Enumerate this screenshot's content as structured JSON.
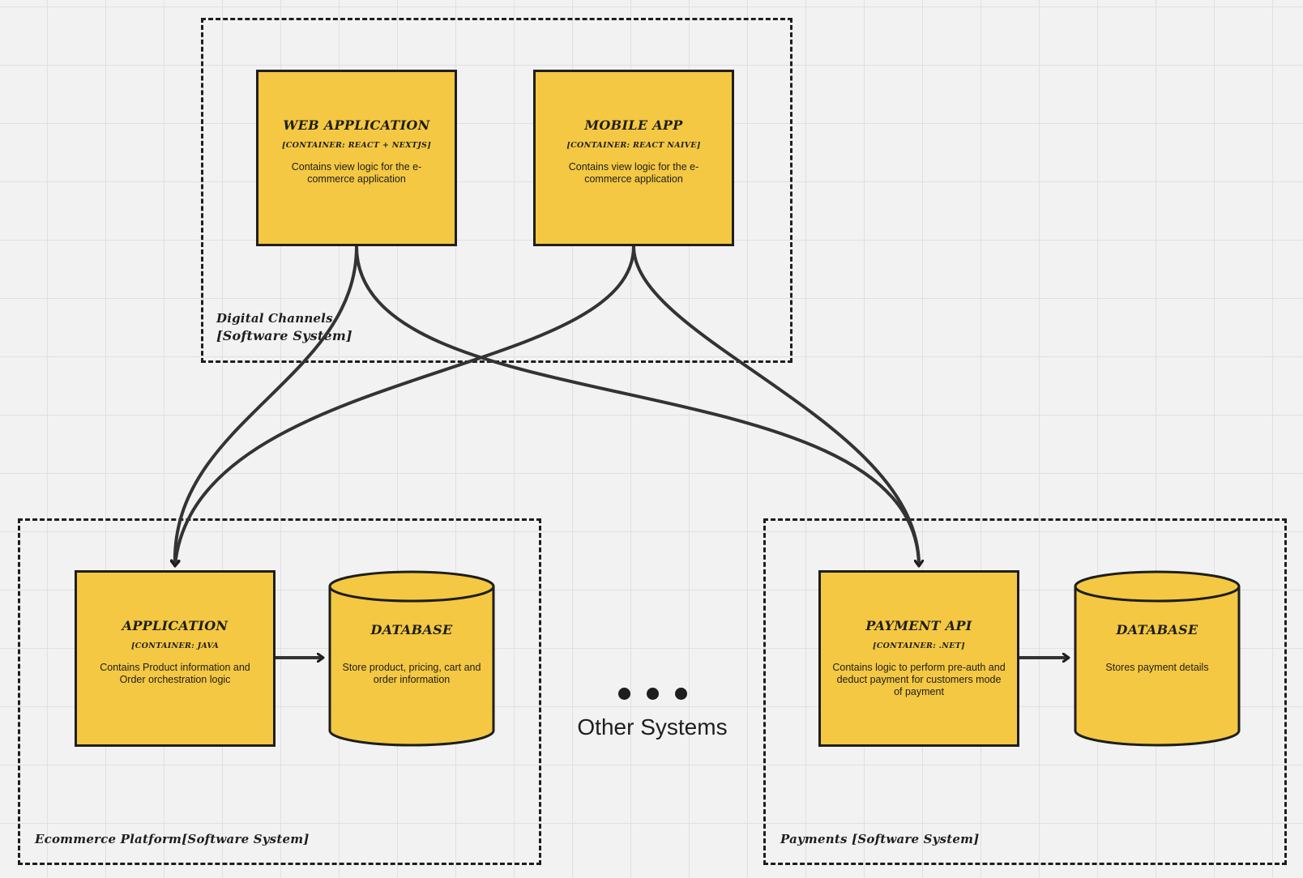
{
  "boundaries": {
    "digital": {
      "name": "Digital Channels",
      "type": "[Software System]"
    },
    "ecommerce": {
      "label": "Ecommerce Platform[Software System]"
    },
    "payments": {
      "label": "Payments [Software System]"
    }
  },
  "nodes": {
    "web": {
      "title": "Web Application",
      "tech": "[Container: React + NextJS]",
      "desc": "Contains view logic for the e-commerce application"
    },
    "mobile": {
      "title": "Mobile App",
      "tech": "[Container: React Naive]",
      "desc": "Contains view logic for the e-commerce application"
    },
    "app": {
      "title": "Application",
      "tech": "[Container: Java",
      "desc": "Contains Product information and Order orchestration logic"
    },
    "db1": {
      "title": "Database",
      "desc": "Store product, pricing, cart and order information"
    },
    "payapi": {
      "title": "Payment API",
      "tech": "[Container: .Net]",
      "desc": "Contains logic to perform pre-auth and deduct payment for customers mode of payment"
    },
    "db2": {
      "title": "Database",
      "desc": "Stores payment details"
    }
  },
  "other_systems": {
    "label": "Other Systems"
  },
  "colors": {
    "box_fill": "#f4c842",
    "stroke": "#1e1e1e",
    "background": "#f2f2f2",
    "grid": "#e0e0e0"
  },
  "edges": [
    {
      "from": "web",
      "to": "app"
    },
    {
      "from": "web",
      "to": "payapi"
    },
    {
      "from": "mobile",
      "to": "app"
    },
    {
      "from": "mobile",
      "to": "payapi"
    },
    {
      "from": "app",
      "to": "db1"
    },
    {
      "from": "payapi",
      "to": "db2"
    }
  ]
}
